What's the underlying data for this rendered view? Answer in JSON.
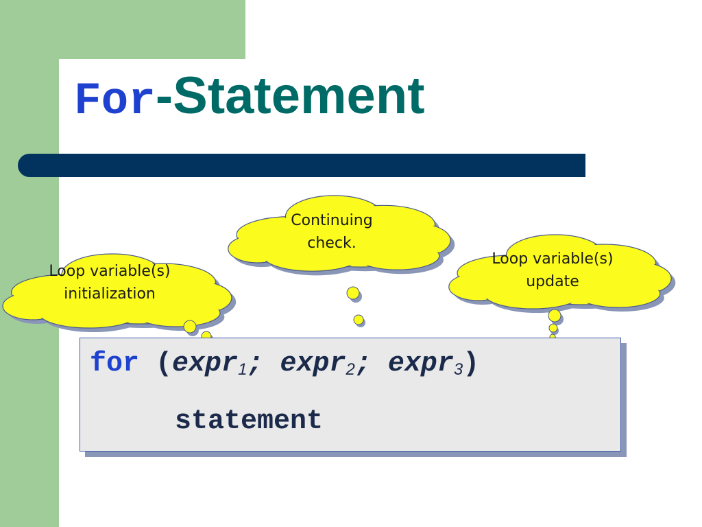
{
  "slide": {
    "title_keyword": "For",
    "title_rest": "-Statement"
  },
  "callouts": [
    {
      "id": "init",
      "lines": [
        "Loop variable(s)",
        "initialization"
      ]
    },
    {
      "id": "check",
      "lines": [
        "Continuing",
        "check."
      ]
    },
    {
      "id": "update",
      "lines": [
        "Loop variable(s)",
        "update"
      ]
    }
  ],
  "code": {
    "keyword": "for",
    "open_paren": "(",
    "expr1": "expr",
    "sub1": "1",
    "sep1": ";",
    "expr2": "expr",
    "sub2": "2",
    "sep2": ";",
    "expr3": "expr",
    "sub3": "3",
    "close_paren": ")",
    "body": "statement"
  },
  "colors": {
    "green_panel": "#9fcc98",
    "title_keyword": "#1f41d0",
    "title_text": "#006b66",
    "title_bar": "#02325e",
    "cloud_fill": "#fbfb1e",
    "cloud_shadow": "#8a96b8",
    "code_background": "#e9e9e9"
  }
}
